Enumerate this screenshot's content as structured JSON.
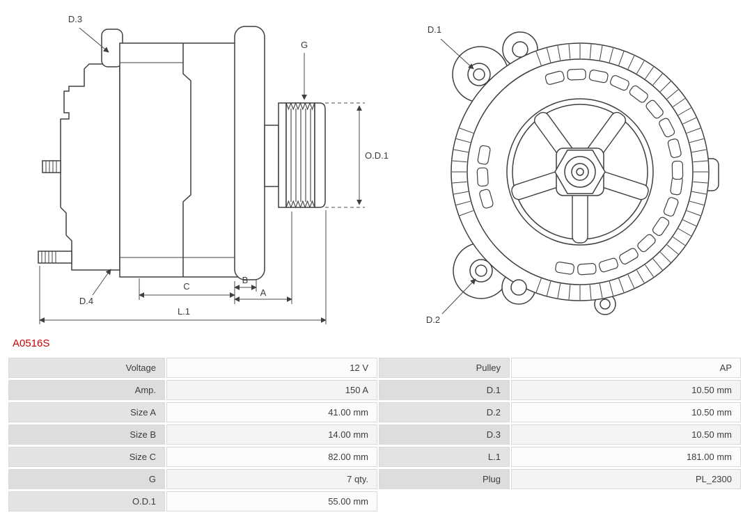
{
  "part_number": "A0516S",
  "colors": {
    "part_number_red": "#cc0000",
    "drawing_line": "#3f3f3f",
    "table_label_bg": "#e3e3e3",
    "table_value_bg": "#fcfcfc",
    "table_value_bg_alt": "#f4f4f4"
  },
  "diagram": {
    "labels": {
      "d1": "D.1",
      "d2": "D.2",
      "d3": "D.3",
      "d4": "D.4",
      "g": "G",
      "od1": "O.D.1",
      "a": "A",
      "b": "B",
      "c": "C",
      "l1": "L.1"
    }
  },
  "table": {
    "rows": [
      {
        "label1": "Voltage",
        "value1": "12 V",
        "label2": "Pulley",
        "value2": "AP"
      },
      {
        "label1": "Amp.",
        "value1": "150 A",
        "label2": "D.1",
        "value2": "10.50 mm"
      },
      {
        "label1": "Size A",
        "value1": "41.00 mm",
        "label2": "D.2",
        "value2": "10.50 mm"
      },
      {
        "label1": "Size B",
        "value1": "14.00 mm",
        "label2": "D.3",
        "value2": "10.50 mm"
      },
      {
        "label1": "Size C",
        "value1": "82.00 mm",
        "label2": "L.1",
        "value2": "181.00 mm"
      },
      {
        "label1": "G",
        "value1": "7 qty.",
        "label2": "Plug",
        "value2": "PL_2300"
      },
      {
        "label1": "O.D.1",
        "value1": "55.00 mm"
      }
    ]
  }
}
